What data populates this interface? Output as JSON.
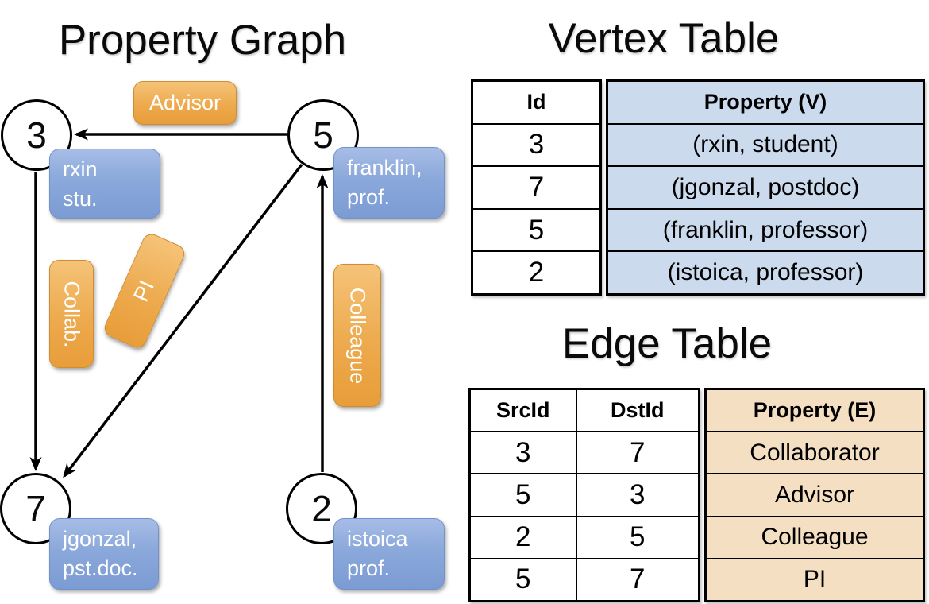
{
  "graph": {
    "title": "Property Graph",
    "nodes": [
      {
        "id": "3"
      },
      {
        "id": "5"
      },
      {
        "id": "7"
      },
      {
        "id": "2"
      }
    ],
    "vertex_boxes": [
      {
        "line1": "rxin",
        "line2": "stu."
      },
      {
        "line1": "franklin,",
        "line2": "prof."
      },
      {
        "line1": "jgonzal,",
        "line2": "pst.doc."
      },
      {
        "line1": "istoica",
        "line2": "prof."
      }
    ],
    "edge_labels": {
      "advisor": "Advisor",
      "collab": "Collab.",
      "pi": "PI",
      "colleague": "Colleague"
    }
  },
  "vertex_table": {
    "title": "Vertex Table",
    "headers": {
      "id": "Id",
      "property": "Property (V)"
    },
    "rows": [
      {
        "id": "3",
        "property": "(rxin, student)"
      },
      {
        "id": "7",
        "property": "(jgonzal, postdoc)"
      },
      {
        "id": "5",
        "property": "(franklin, professor)"
      },
      {
        "id": "2",
        "property": "(istoica, professor)"
      }
    ]
  },
  "edge_table": {
    "title": "Edge Table",
    "headers": {
      "src": "SrcId",
      "dst": "DstId",
      "property": "Property (E)"
    },
    "rows": [
      {
        "src": "3",
        "dst": "7",
        "property": "Collaborator"
      },
      {
        "src": "5",
        "dst": "3",
        "property": "Advisor"
      },
      {
        "src": "2",
        "dst": "5",
        "property": "Colleague"
      },
      {
        "src": "5",
        "dst": "7",
        "property": "PI"
      }
    ]
  },
  "colors": {
    "edge_line": "#000000",
    "node_fill": "#ffffff",
    "vertex_box_blue": "#86a4d8",
    "edge_box_orange": "#eca64a",
    "vertex_cell_blue": "#ccdaee",
    "edge_cell_tan": "#f5dfc2"
  }
}
